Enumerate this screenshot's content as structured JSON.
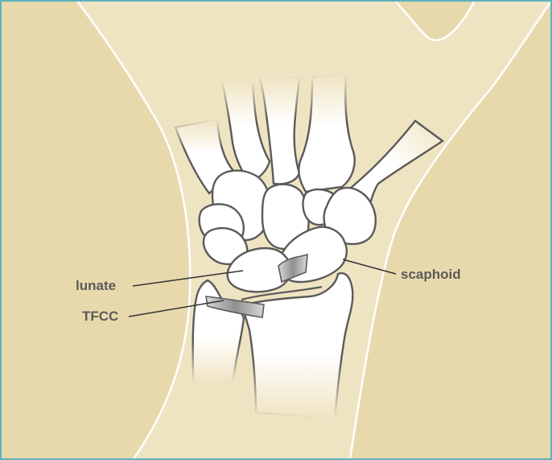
{
  "diagram": {
    "labels": {
      "lunate": "lunate",
      "tfcc": "TFCC",
      "scaphoid": "scaphoid"
    },
    "colors": {
      "frame": "#5bb3bf",
      "background": "#e8d9ad",
      "hand": "#efe4c2",
      "skin_edge": "#ffffff",
      "bone_fill": "#ffffff",
      "bone_outline": "#5a5a5a",
      "ligament": "#9a9a9a",
      "leader_line": "#333333",
      "label_text": "#5a5a5a"
    }
  }
}
